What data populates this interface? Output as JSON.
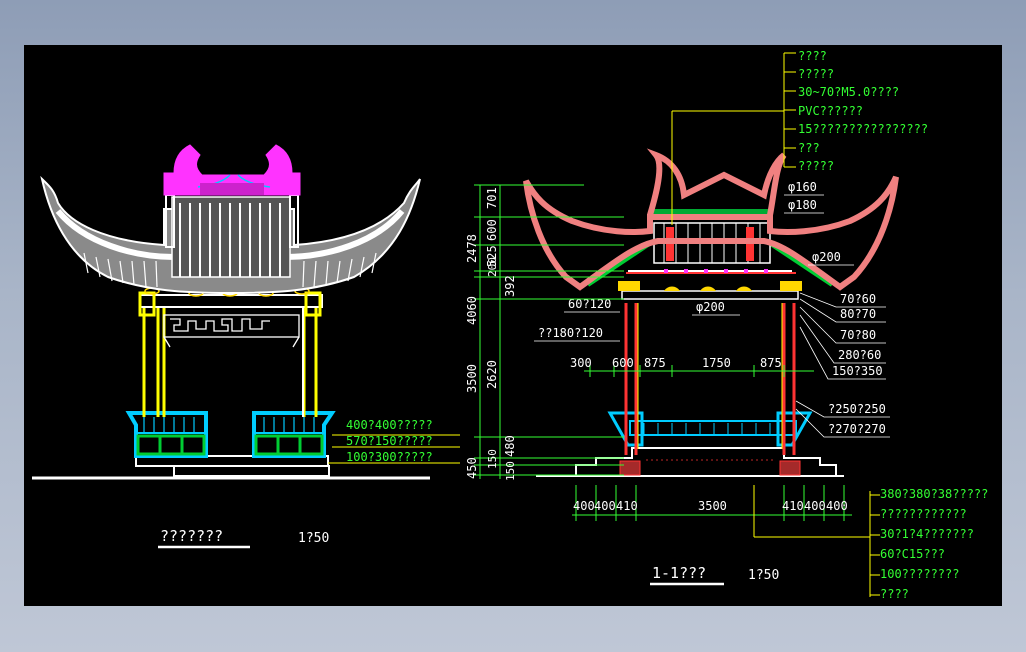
{
  "colors": {
    "background": "#000000",
    "annotation": "#33ff33",
    "outline": "#ffffff",
    "roof_front": "#ff69b4",
    "ridge_ornament": "#ff33ff",
    "roof_section": "#f08080",
    "column": "#ffff00",
    "railing": "#00ccff",
    "plinth": "#00cc33",
    "bracket": "#ffd700",
    "beam": "#ff3333"
  },
  "front_elevation": {
    "title": "???????",
    "scale": "1?50",
    "notes": [
      "400?400?????",
      "570?150?????",
      "100?300?????"
    ]
  },
  "section": {
    "title": "1-1???",
    "scale": "1?50",
    "roof_layers": [
      "????",
      "?????",
      "30~70?M5.0????",
      "PVC??????",
      "15????????????????",
      "???",
      "?????"
    ],
    "diameters": [
      "φ160",
      "φ180",
      "φ200",
      "φ200"
    ],
    "member_sizes_left": [
      "60?120",
      "??180?120"
    ],
    "member_sizes_right": [
      "70?60",
      "80?70",
      "70?80",
      "280?60",
      "150?350"
    ],
    "column_sizes": [
      "?250?250",
      "?270?270"
    ],
    "vertical_dims_outer": [
      "2478",
      "4060",
      "3500",
      "450"
    ],
    "vertical_dims_inner": [
      "701",
      "600",
      "525",
      "200",
      "392",
      "2620",
      "480",
      "150",
      "150"
    ],
    "horizontal_dims_top": [
      "300",
      "600",
      "875",
      "1750",
      "875"
    ],
    "horizontal_dims_bottom": [
      "400",
      "400",
      "410",
      "3500",
      "410",
      "400",
      "400"
    ],
    "foundation_notes": [
      "380?380?38?????",
      "????????????",
      "30?1?4???????",
      "60?C15???",
      "100????????",
      "????"
    ]
  }
}
